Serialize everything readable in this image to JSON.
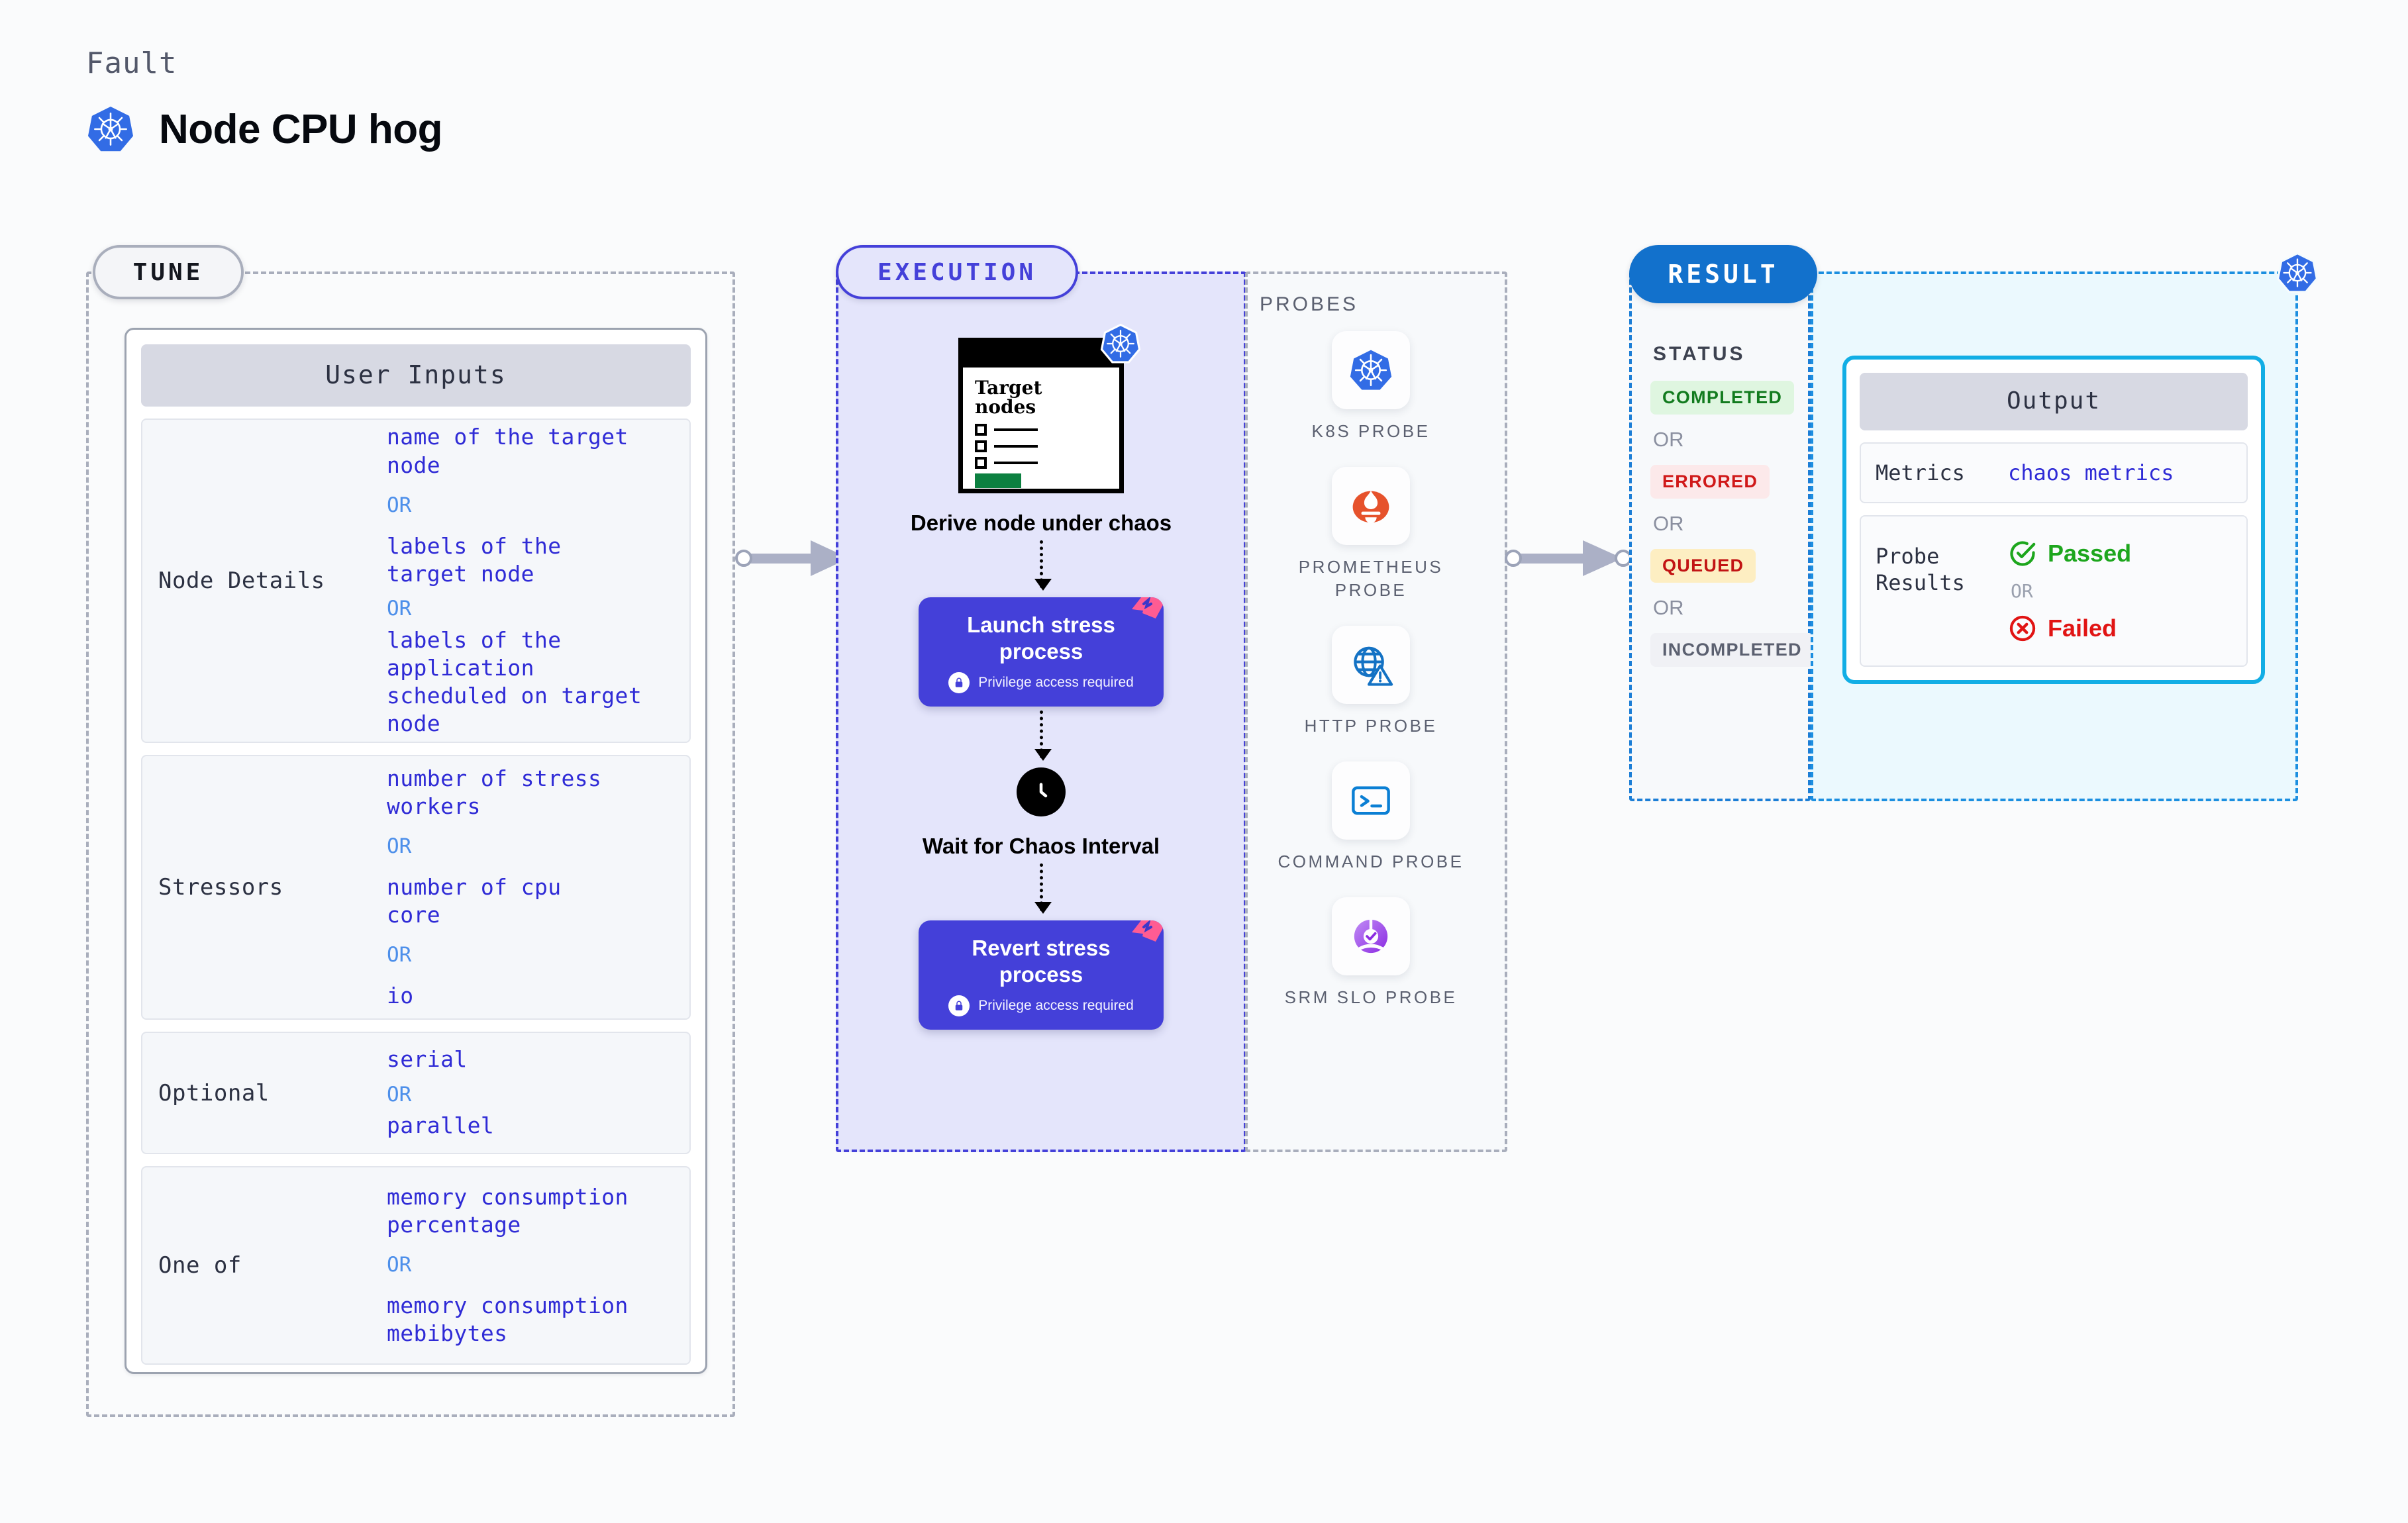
{
  "header": {
    "kicker": "Fault",
    "title": "Node CPU hog",
    "logo_icon": "kubernetes-icon"
  },
  "colors": {
    "page_bg": "#FAFBFC",
    "tune_border": "#A9AEBC",
    "execution_accent": "#4440D9",
    "execution_bg": "#E4E5FB",
    "result_accent": "#1271CC",
    "output_accent": "#12AEE5",
    "output_bg": "#EBF9FE",
    "value_text": "#2F2BD6",
    "or_text": "#4D8FEA",
    "passed": "#1DA61D",
    "failed": "#E11414"
  },
  "tune": {
    "pill_label": "TUNE",
    "card_title": "User Inputs",
    "rows": [
      {
        "label": "Node Details",
        "values": [
          "name of the target\nnode",
          "labels of the\ntarget node",
          "labels of the application\n scheduled on target node"
        ],
        "or_label": "OR"
      },
      {
        "label": "Stressors",
        "values": [
          "number of stress\nworkers",
          "number of cpu\ncore",
          "io"
        ],
        "or_label": "OR"
      },
      {
        "label": "Optional",
        "values": [
          "serial",
          "parallel"
        ],
        "or_label": "OR"
      },
      {
        "label": "One of",
        "values": [
          "memory consumption\npercentage",
          "memory consumption\nmebibytes"
        ],
        "or_label": "OR"
      }
    ]
  },
  "execution": {
    "pill_label": "EXECUTION",
    "steps": [
      {
        "type": "document",
        "doc_title": "Target\nnodes",
        "caption": "Derive node under chaos",
        "badge_icon": "kubernetes-icon"
      },
      {
        "type": "process",
        "caption": "Launch stress process",
        "privilege_note": "Privilege access required",
        "privilege_icon": "lock-icon",
        "corner_icon": "chaos-badge-icon"
      },
      {
        "type": "clock",
        "caption": "Wait for Chaos Interval",
        "icon": "clock-icon"
      },
      {
        "type": "process",
        "caption": "Revert stress process",
        "privilege_note": "Privilege access required",
        "privilege_icon": "lock-icon",
        "corner_icon": "chaos-badge-icon"
      }
    ]
  },
  "probes": {
    "section_label": "PROBES",
    "items": [
      {
        "label": "K8S PROBE",
        "icon": "kubernetes-icon"
      },
      {
        "label": "PROMETHEUS PROBE",
        "icon": "prometheus-icon"
      },
      {
        "label": "HTTP PROBE",
        "icon": "globe-warning-icon"
      },
      {
        "label": "COMMAND PROBE",
        "icon": "terminal-icon"
      },
      {
        "label": "SRM SLO PROBE",
        "icon": "slo-gauge-icon"
      }
    ]
  },
  "result": {
    "pill_label": "RESULT",
    "status_title": "STATUS",
    "or_label": "OR",
    "statuses": [
      {
        "label": "COMPLETED",
        "variant": "completed"
      },
      {
        "label": "ERRORED",
        "variant": "errored"
      },
      {
        "label": "QUEUED",
        "variant": "queued"
      },
      {
        "label": "INCOMPLETED",
        "variant": "incompleted"
      }
    ],
    "corner_icon": "kubernetes-icon"
  },
  "output": {
    "card_title": "Output",
    "metrics_label": "Metrics",
    "metrics_value": "chaos metrics",
    "probe_results_label": "Probe\nResults",
    "passed_label": "Passed",
    "failed_label": "Failed",
    "or_label": "OR",
    "passed_icon": "check-circle-icon",
    "failed_icon": "x-circle-icon"
  }
}
